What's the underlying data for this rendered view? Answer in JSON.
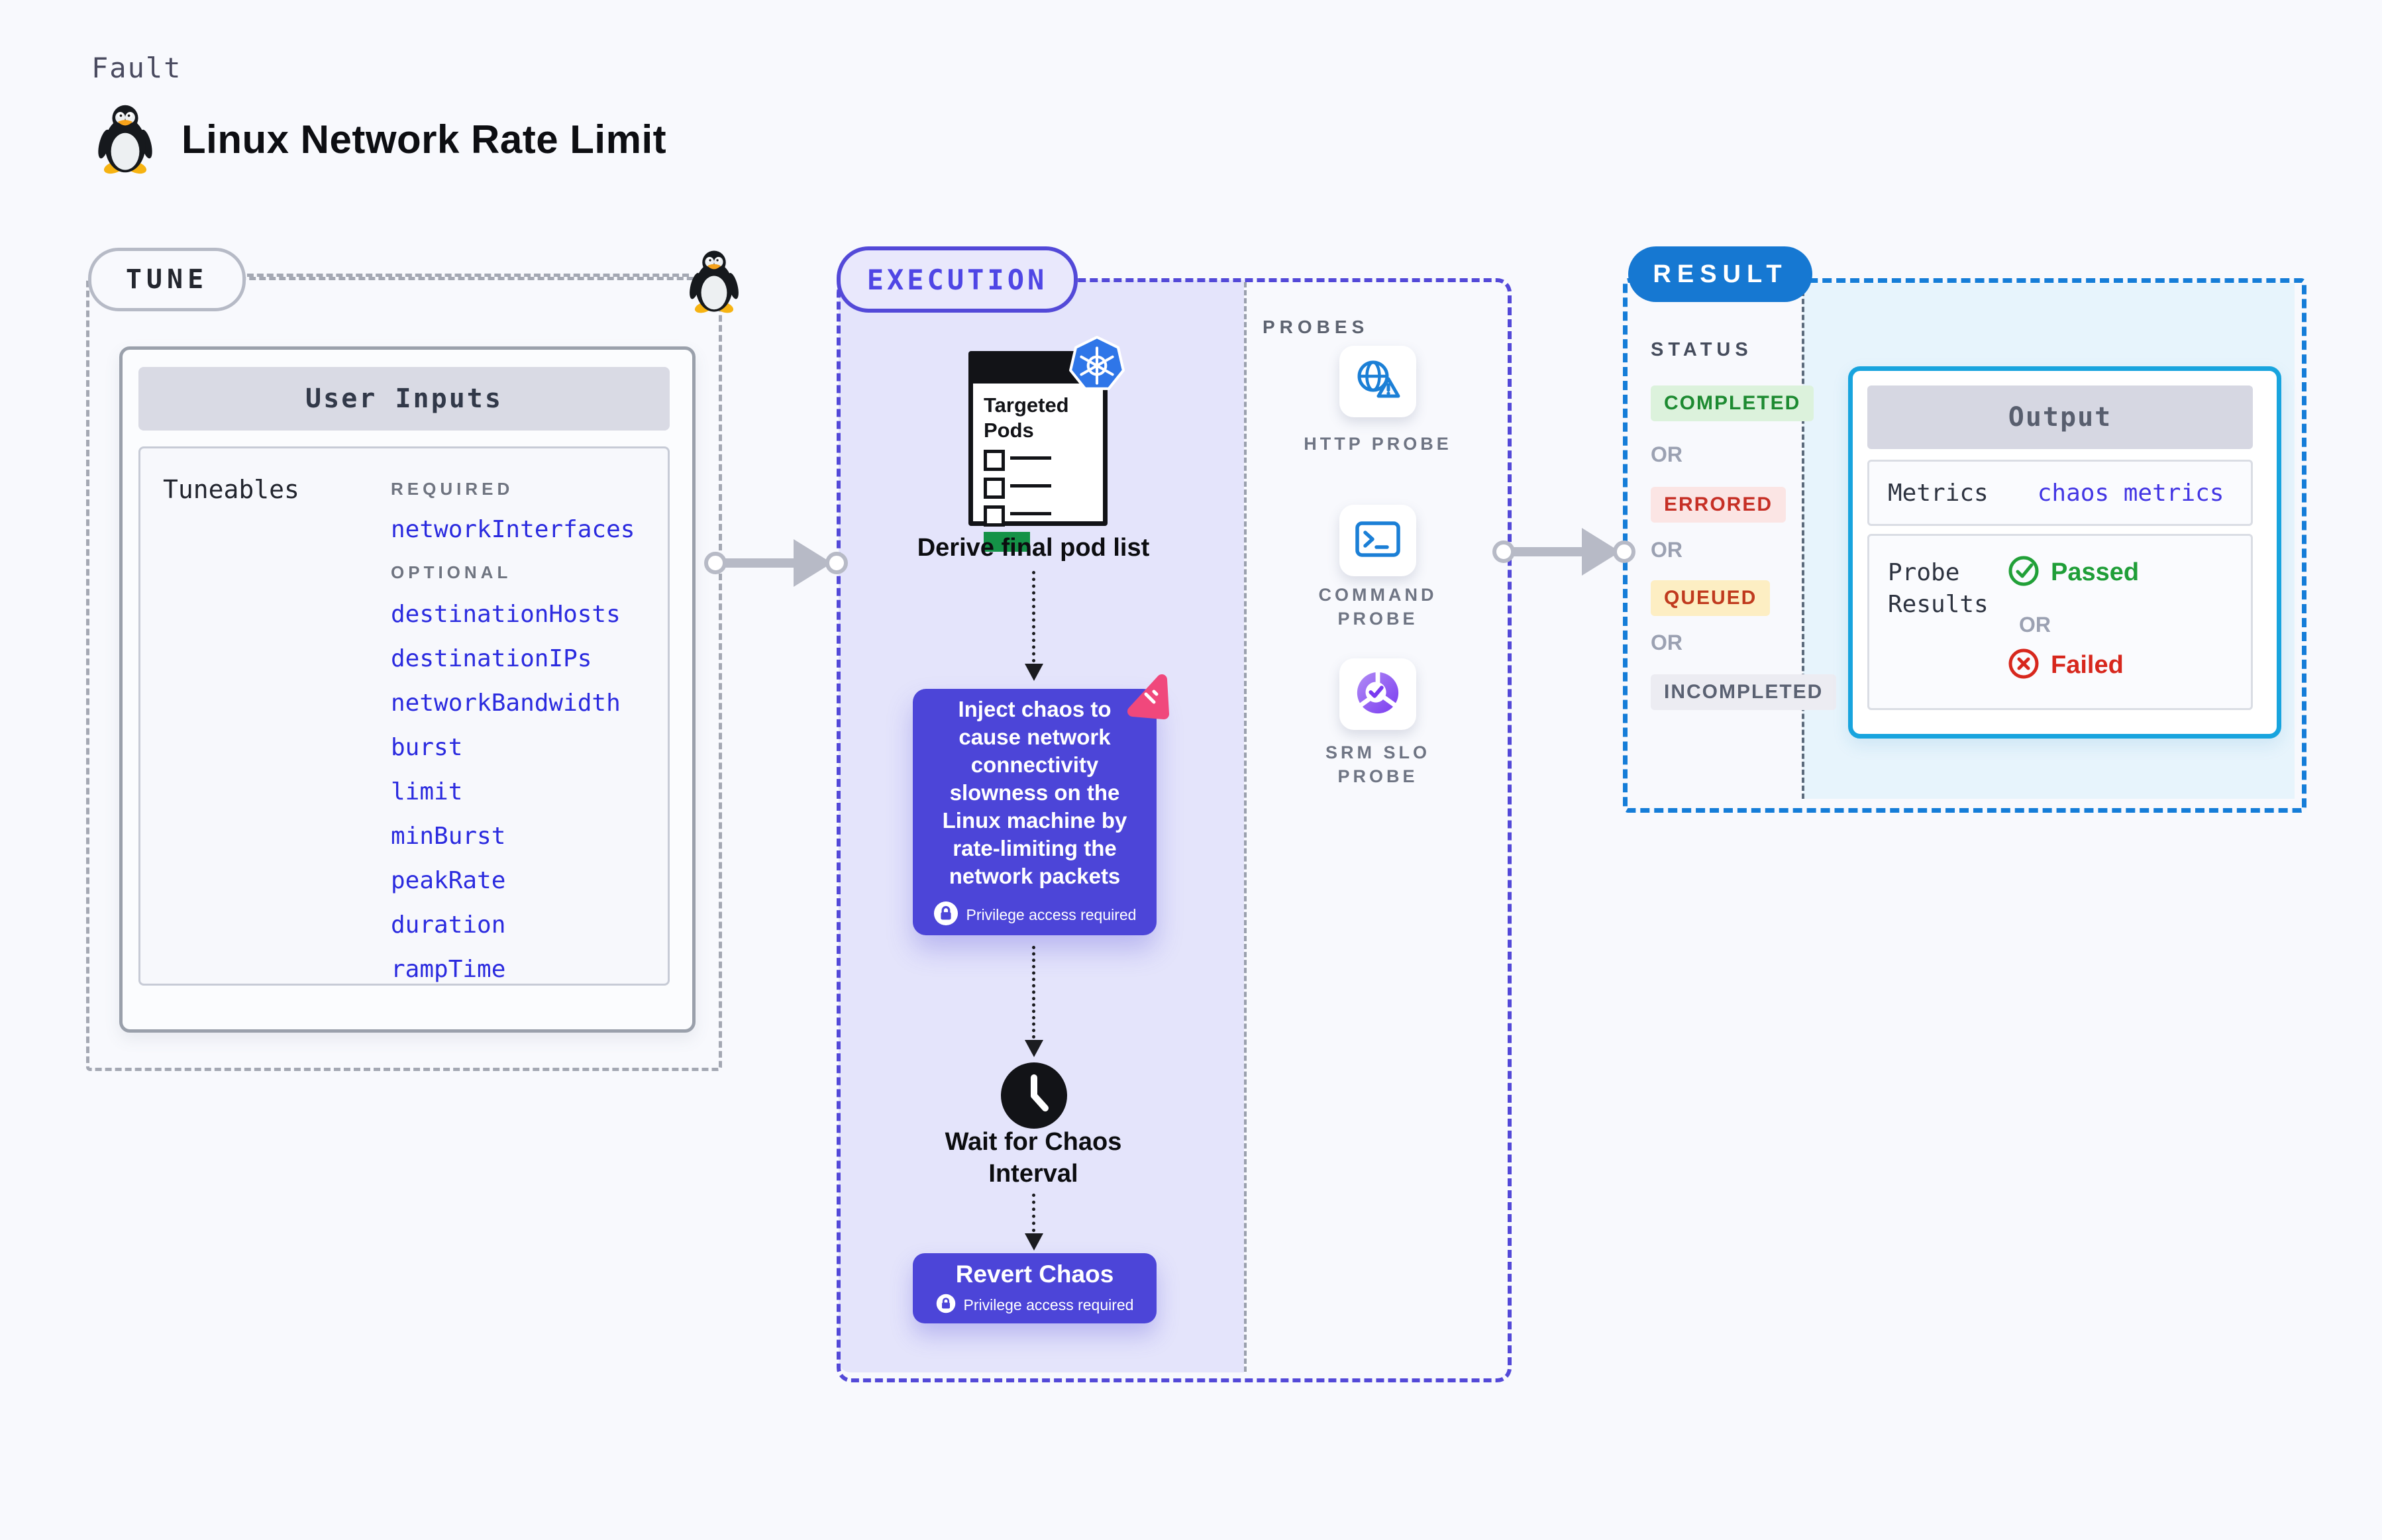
{
  "page": {
    "kind_label": "Fault",
    "title": "Linux Network Rate Limit"
  },
  "tune": {
    "badge": "TUNE",
    "card_title": "User Inputs",
    "section_label": "Tuneables",
    "required_label": "REQUIRED",
    "required_params": [
      "networkInterfaces"
    ],
    "optional_label": "OPTIONAL",
    "optional_params": [
      "destinationHosts",
      "destinationIPs",
      "networkBandwidth",
      "burst",
      "limit",
      "minBurst",
      "peakRate",
      "duration",
      "rampTime"
    ]
  },
  "execution": {
    "badge": "EXECUTION",
    "targeted_pods_label": "Targeted Pods",
    "derive_label": "Derive final pod list",
    "inject_text": "Inject chaos to cause network connectivity slowness on the Linux machine by rate-limiting the network packets",
    "privilege_label": "Privilege access required",
    "wait_label": "Wait for Chaos Interval",
    "revert_label": "Revert Chaos"
  },
  "probes": {
    "label": "PROBES",
    "items": [
      {
        "label": "HTTP PROBE",
        "icon": "globe-warning-icon"
      },
      {
        "label": "COMMAND PROBE",
        "icon": "terminal-icon"
      },
      {
        "label": "SRM SLO PROBE",
        "icon": "slo-donut-check-icon"
      }
    ]
  },
  "result": {
    "badge": "RESULT",
    "status_label": "STATUS",
    "or_label": "OR",
    "statuses": [
      {
        "label": "COMPLETED",
        "text_color": "#1d8a31",
        "bg_color": "#dcf2dc"
      },
      {
        "label": "ERRORED",
        "text_color": "#c62f25",
        "bg_color": "#fbe5e4"
      },
      {
        "label": "QUEUED",
        "text_color": "#c03a1e",
        "bg_color": "#fdeec3"
      },
      {
        "label": "INCOMPLETED",
        "text_color": "#5a6172",
        "bg_color": "#ececf2"
      }
    ],
    "output": {
      "title": "Output",
      "metrics_label": "Metrics",
      "metrics_value": "chaos metrics",
      "probe_results_label": "Probe Results",
      "passed_label": "Passed",
      "or_label": "OR",
      "failed_label": "Failed"
    }
  },
  "colors": {
    "page_background": "#f8f9fd",
    "accent_indigo": "#4c45d8",
    "execution_fill": "#e4e4fb",
    "param_blue": "#2b2bdf",
    "result_blue": "#1678d2",
    "output_border": "#18a4de",
    "probe_icon_blue": "#1b7fd6",
    "passed_green": "#1f9e38",
    "failed_red": "#d7271d",
    "arrow_gray": "#b7bac6",
    "chaos_pink": "#f0487c",
    "pods_green": "#149247"
  }
}
